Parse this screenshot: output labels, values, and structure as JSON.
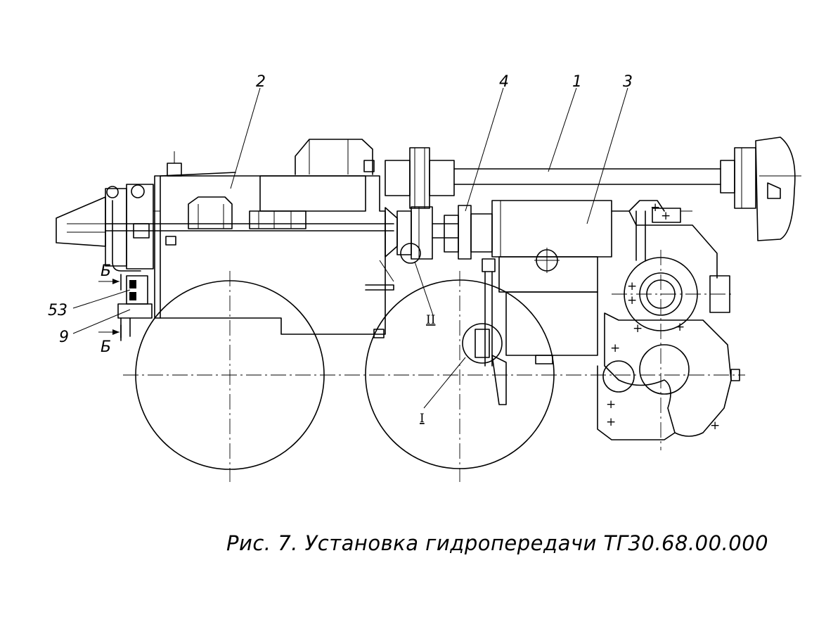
{
  "caption": "Рис. 7.  Установка  гидропередачи  ТГ30.68.00.000",
  "callouts": {
    "c1": "1",
    "c2": "2",
    "c3": "3",
    "c4": "4",
    "c53": "53",
    "c9": "9",
    "sectionTop": "Б",
    "sectionBottom": "Б",
    "detailI": "I",
    "detailII": "II"
  }
}
